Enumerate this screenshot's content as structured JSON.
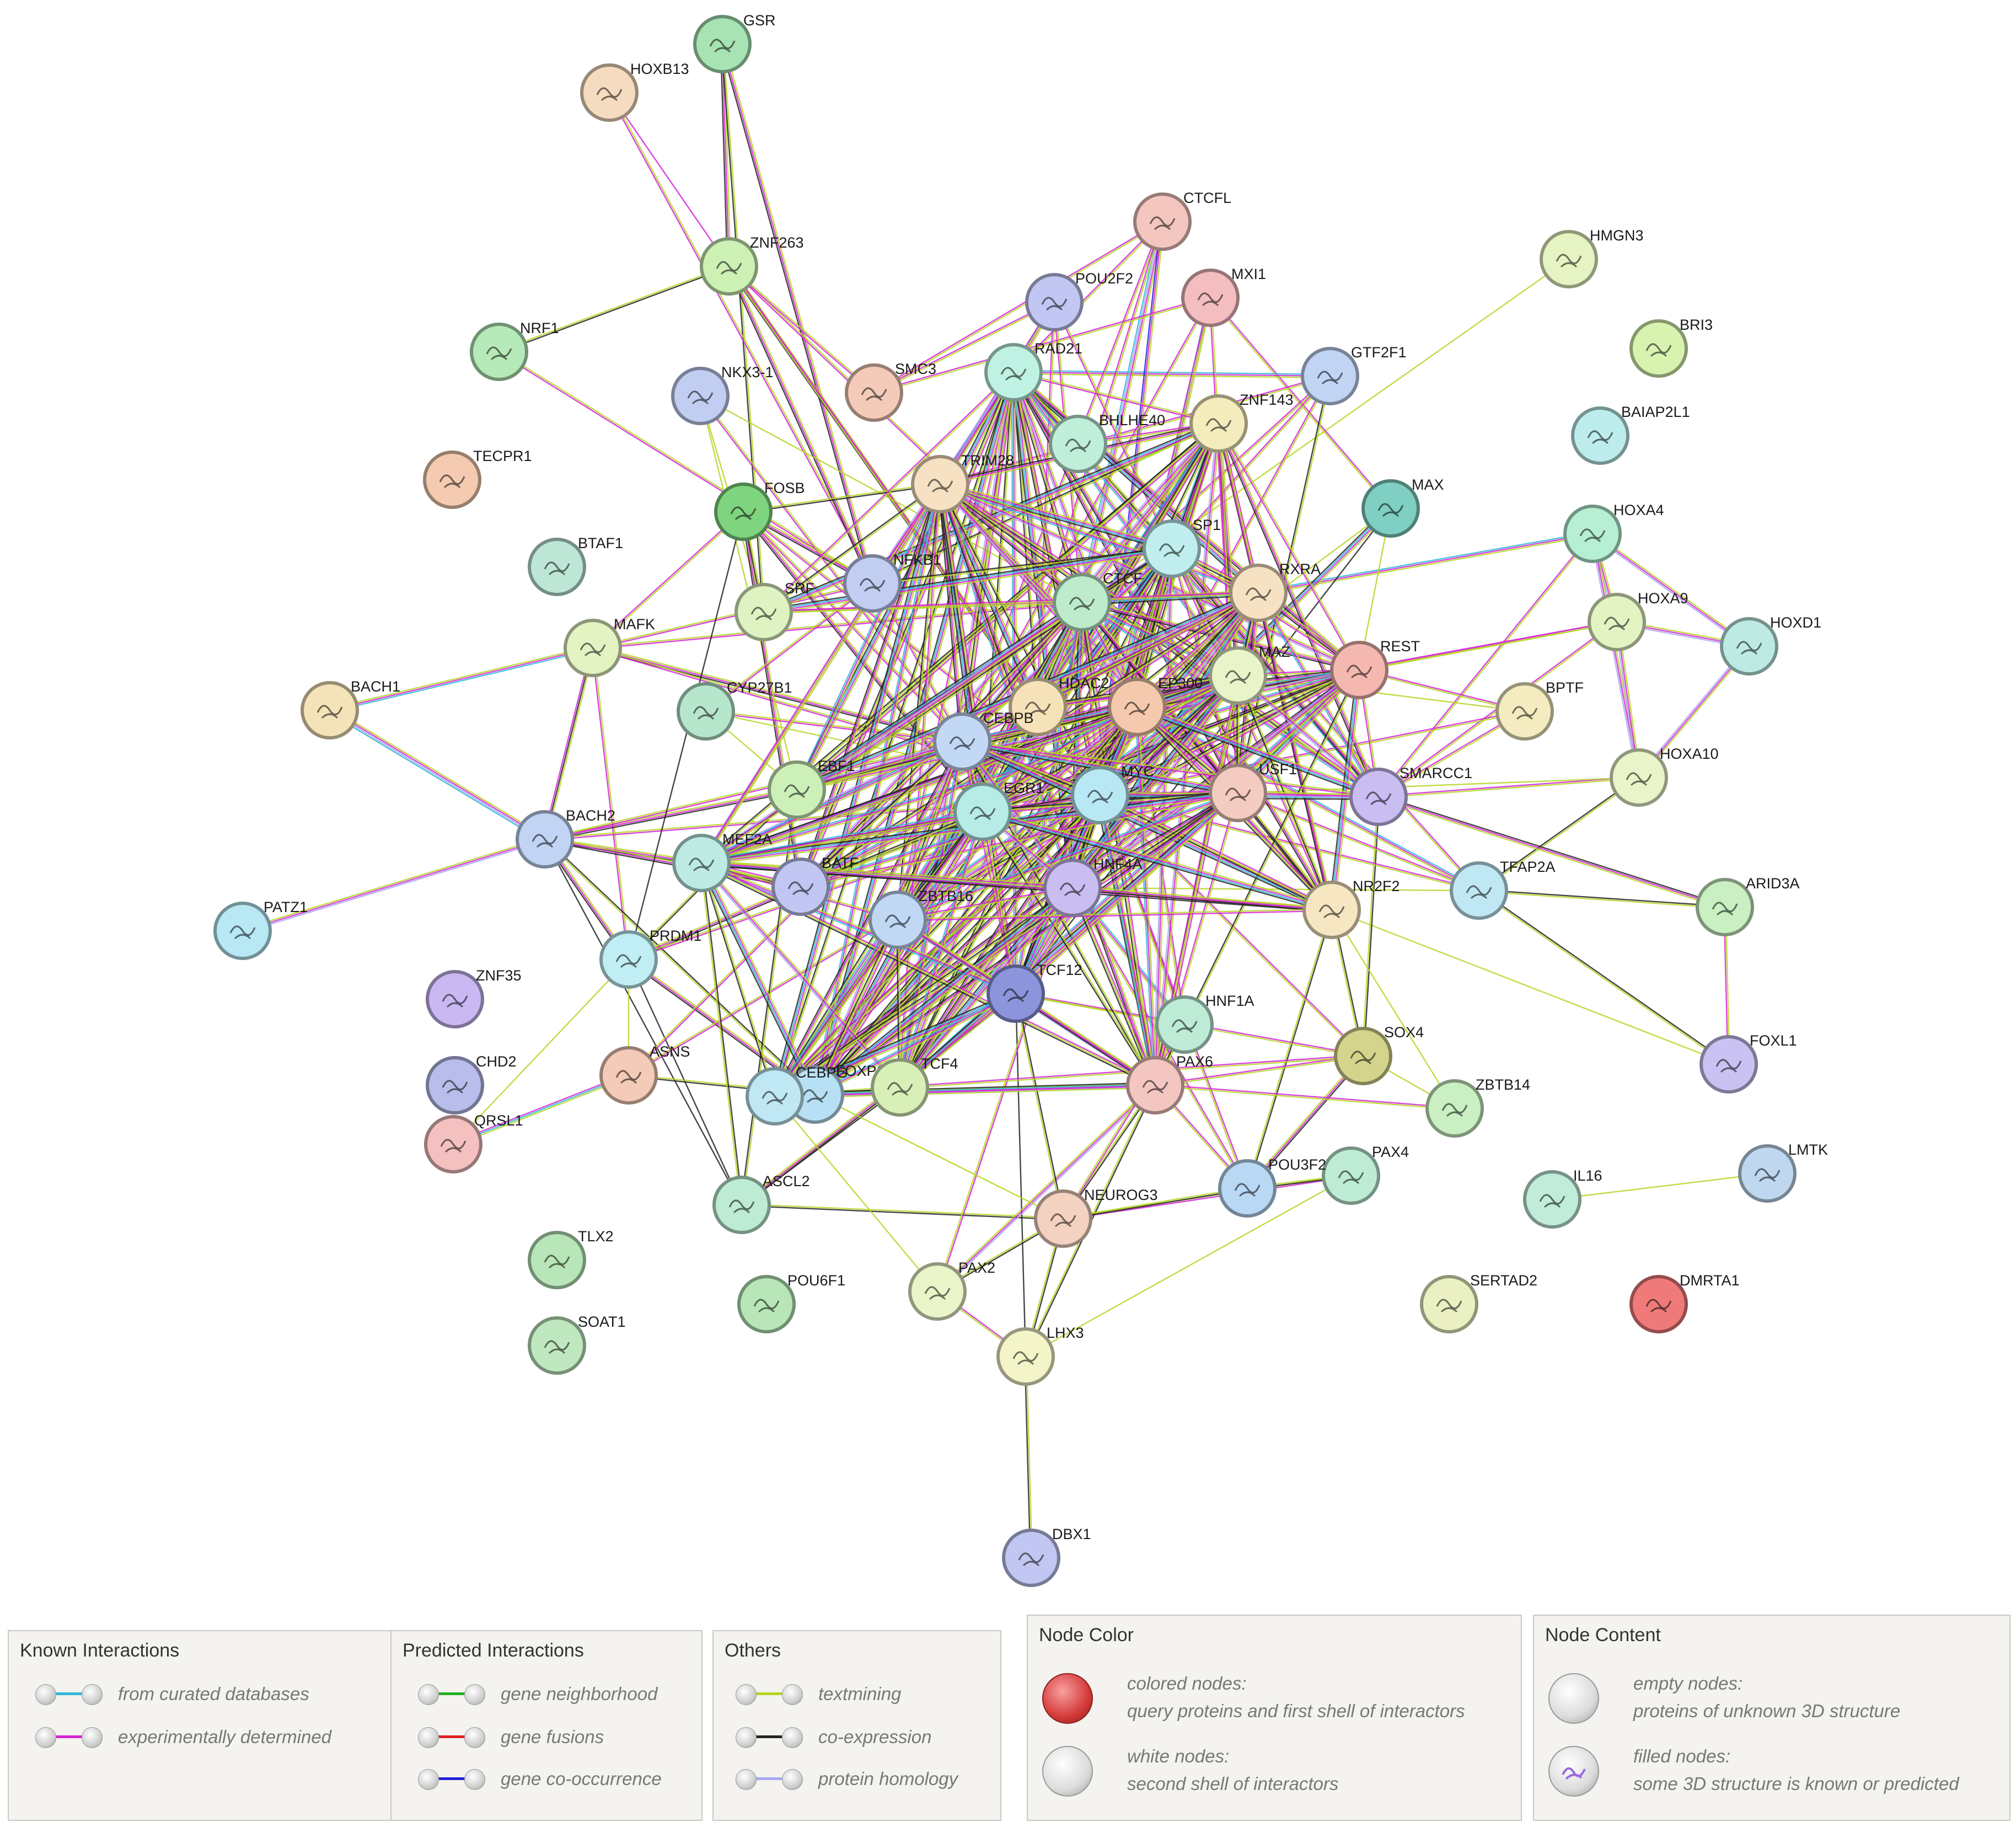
{
  "nodes": [
    {
      "id": "GSR",
      "color": "#a8e3b3"
    },
    {
      "id": "HOXB13",
      "color": "#f5dcc0"
    },
    {
      "id": "ZNF263",
      "color": "#cdf0b5"
    },
    {
      "id": "NRF1",
      "color": "#b6eab8"
    },
    {
      "id": "CTCFL",
      "color": "#f4c6c0"
    },
    {
      "id": "MXI1",
      "color": "#f4bdc0"
    },
    {
      "id": "POU2F2",
      "color": "#c2c6f2"
    },
    {
      "id": "HMGN3",
      "color": "#e6f3c2"
    },
    {
      "id": "BRI3",
      "color": "#d8f3b0"
    },
    {
      "id": "NKX3-1",
      "color": "#c2cdf2"
    },
    {
      "id": "SMC3",
      "color": "#f4cbb8"
    },
    {
      "id": "RAD21",
      "color": "#c0f2e3"
    },
    {
      "id": "GTF2F1",
      "color": "#c2d4f4"
    },
    {
      "id": "BAIAP2L1",
      "color": "#bdecec"
    },
    {
      "id": "ZNF143",
      "color": "#f4ecbd"
    },
    {
      "id": "BHLHE40",
      "color": "#c0efd9"
    },
    {
      "id": "TECPR1",
      "color": "#f4cbb0"
    },
    {
      "id": "TRIM28",
      "color": "#f6e2c2"
    },
    {
      "id": "FOSB",
      "color": "#7fd47f"
    },
    {
      "id": "MAX",
      "color": "#7fcfc2"
    },
    {
      "id": "HOXA4",
      "color": "#b6efd3"
    },
    {
      "id": "BTAF1",
      "color": "#bde6d6"
    },
    {
      "id": "SP1",
      "color": "#c0eeee"
    },
    {
      "id": "NFKB1",
      "color": "#c2cdf2"
    },
    {
      "id": "CTCF",
      "color": "#bdebcc"
    },
    {
      "id": "RXRA",
      "color": "#f6e2c2"
    },
    {
      "id": "HOXA9",
      "color": "#e3f3c2"
    },
    {
      "id": "HOXD1",
      "color": "#bdebe3"
    },
    {
      "id": "SRF",
      "color": "#dff3c2"
    },
    {
      "id": "MAFK",
      "color": "#e3f3c2"
    },
    {
      "id": "REST",
      "color": "#f4b8b0"
    },
    {
      "id": "MAZ",
      "color": "#e9f4c9"
    },
    {
      "id": "BACH1",
      "color": "#f4e2b8"
    },
    {
      "id": "CYP27B1",
      "color": "#b6e6cc"
    },
    {
      "id": "HDAC2",
      "color": "#f6e2b8"
    },
    {
      "id": "EP300",
      "color": "#f4c9ad"
    },
    {
      "id": "BPTF",
      "color": "#f4ecc0"
    },
    {
      "id": "CEBPB",
      "color": "#c2d8f4"
    },
    {
      "id": "HOXA10",
      "color": "#e9f4c9"
    },
    {
      "id": "EBF1",
      "color": "#cdf0b8"
    },
    {
      "id": "MYC",
      "color": "#b8e8f4"
    },
    {
      "id": "USF1",
      "color": "#f4cbc0"
    },
    {
      "id": "SMARCC1",
      "color": "#c9bdf2"
    },
    {
      "id": "EGR1",
      "color": "#b6ebe6"
    },
    {
      "id": "BACH2",
      "color": "#c2d4f4"
    },
    {
      "id": "MEF2A",
      "color": "#bdebe3"
    },
    {
      "id": "BATF",
      "color": "#c2c6f2"
    },
    {
      "id": "HNF4A",
      "color": "#c9bdf2"
    },
    {
      "id": "TFAP2A",
      "color": "#c0e8f4"
    },
    {
      "id": "ARID3A",
      "color": "#c9efc2"
    },
    {
      "id": "PATZ1",
      "color": "#b8e8f4"
    },
    {
      "id": "ZBTB16",
      "color": "#c0d8f4"
    },
    {
      "id": "NR2F2",
      "color": "#f6e6c2"
    },
    {
      "id": "PRDM1",
      "color": "#c0eef4"
    },
    {
      "id": "ZNF35",
      "color": "#c9b8f2"
    },
    {
      "id": "TCF12",
      "color": "#8c94dc"
    },
    {
      "id": "HNF1A",
      "color": "#bdebd6"
    },
    {
      "id": "SOX4",
      "color": "#d4d48c"
    },
    {
      "id": "FOXL1",
      "color": "#c9c2f2"
    },
    {
      "id": "CHD2",
      "color": "#b8bdeb"
    },
    {
      "id": "ASNS",
      "color": "#f4cbb8"
    },
    {
      "id": "FOXP1",
      "color": "#b8e0f4"
    },
    {
      "id": "CEBPG",
      "color": "#c0e8f4"
    },
    {
      "id": "TCF4",
      "color": "#d8f0b8"
    },
    {
      "id": "PAX6",
      "color": "#f4c6c2"
    },
    {
      "id": "ZBTB14",
      "color": "#c9efc2"
    },
    {
      "id": "QRSL1",
      "color": "#f4c0c0"
    },
    {
      "id": "PAX4",
      "color": "#bdebd3"
    },
    {
      "id": "LMTK",
      "color": "#c0d8ef"
    },
    {
      "id": "POU3F2",
      "color": "#b8d8f4"
    },
    {
      "id": "IL16",
      "color": "#c0ecd9"
    },
    {
      "id": "ASCL2",
      "color": "#bdebd3"
    },
    {
      "id": "NEUROG3",
      "color": "#f4d2c2"
    },
    {
      "id": "TLX2",
      "color": "#b8e6b8"
    },
    {
      "id": "SERTAD2",
      "color": "#eaf0c2"
    },
    {
      "id": "DMRTA1",
      "color": "#f07a7a"
    },
    {
      "id": "POU6F1",
      "color": "#b8e6b8"
    },
    {
      "id": "PAX2",
      "color": "#e9f4c9"
    },
    {
      "id": "SOAT1",
      "color": "#c0e8c0"
    },
    {
      "id": "LHX3",
      "color": "#f4f4c9"
    },
    {
      "id": "DBX1",
      "color": "#c2c6f2"
    }
  ],
  "edge_colors": {
    "curated": "#2fb6d6",
    "experimental": "#d622d6",
    "neighborhood": "#22b022",
    "fusion": "#e02222",
    "cooccurrence": "#2222dd",
    "textmining": "#b4d622",
    "coexpression": "#222222",
    "homology": "#a8a8f0"
  },
  "legend": {
    "known": {
      "title": "Known Interactions",
      "items": [
        {
          "label": "from curated databases",
          "color": "#2fb6d6"
        },
        {
          "label": "experimentally determined",
          "color": "#d622d6"
        }
      ]
    },
    "predicted": {
      "title": "Predicted Interactions",
      "items": [
        {
          "label": "gene neighborhood",
          "color": "#22b022"
        },
        {
          "label": "gene fusions",
          "color": "#e02222"
        },
        {
          "label": "gene co-occurrence",
          "color": "#2222dd"
        }
      ]
    },
    "others": {
      "title": "Others",
      "items": [
        {
          "label": "textmining",
          "color": "#b4d622"
        },
        {
          "label": "co-expression",
          "color": "#222222"
        },
        {
          "label": "protein homology",
          "color": "#a8a8f0"
        }
      ]
    },
    "node_color": {
      "title": "Node Color",
      "colored_label": "colored nodes:",
      "colored_desc": "query proteins and first shell of interactors",
      "white_label": "white nodes:",
      "white_desc": "second shell of interactors"
    },
    "node_content": {
      "title": "Node Content",
      "empty_label": "empty nodes:",
      "empty_desc": "proteins of unknown 3D structure",
      "filled_label": "filled nodes:",
      "filled_desc": "some 3D structure is known or predicted"
    }
  }
}
